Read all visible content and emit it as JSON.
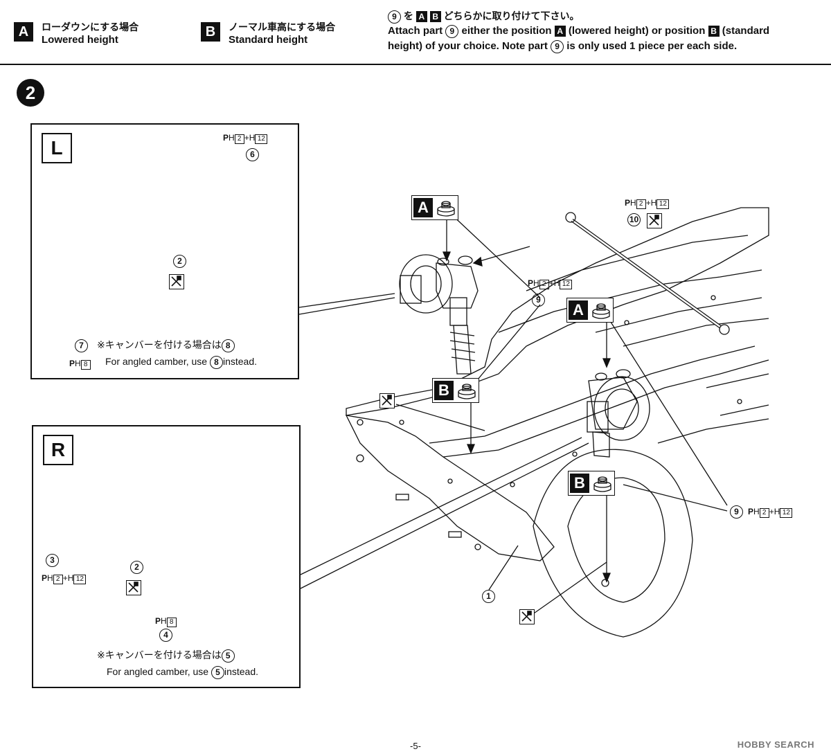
{
  "header": {
    "option_a": {
      "tag": "A",
      "jp": "ローダウンにする場合",
      "en": "Lowered height"
    },
    "option_b": {
      "tag": "B",
      "jp": "ノーマル車高にする場合",
      "en": "Standard height"
    },
    "note": {
      "jp_part": "9",
      "jp_o": "を",
      "jp_tag_a": "A",
      "jp_tag_b": "B",
      "jp_rest": "どちらかに取り付けて下さい。",
      "en_1": "Attach part",
      "en_part1": "9",
      "en_2": "either the position",
      "en_tag_a": "A",
      "en_3": "(lowered height) or position",
      "en_tag_b": "B",
      "en_4": "(standard",
      "en_5": "height) of your choice. Note part",
      "en_part2": "9",
      "en_6": "is only used 1 piece per each side."
    }
  },
  "step": {
    "number": "2"
  },
  "left_box": {
    "tag": "L",
    "parts": {
      "p6": "6",
      "p2": "2",
      "p7": "7",
      "p6_paint": {
        "p": "P",
        "h": "H",
        "n1": "2",
        "plus": "+",
        "h2": "H",
        "n2": "12"
      },
      "p7_paint": {
        "p": "P",
        "h": "H",
        "n1": "8"
      }
    },
    "caption_jp": "※キャンバーを付ける場合は",
    "caption_jp_part": "8",
    "caption_en_1": "For angled camber, use",
    "caption_en_part": "8",
    "caption_en_2": "instead."
  },
  "right_box": {
    "tag": "R",
    "parts": {
      "p3": "3",
      "p2": "2",
      "p4": "4",
      "p3_paint": {
        "p": "P",
        "h": "H",
        "n1": "2",
        "plus": "+",
        "h2": "H",
        "n2": "12"
      },
      "p4_paint": {
        "p": "P",
        "h": "H",
        "n1": "8"
      }
    },
    "caption_jp": "※キャンバーを付ける場合は",
    "caption_jp_part": "5",
    "caption_en_1": "For angled camber, use",
    "caption_en_part": "5",
    "caption_en_2": "instead."
  },
  "main": {
    "badges": {
      "a1": "A",
      "a2": "A",
      "b1": "B",
      "b2": "B"
    },
    "parts": {
      "p9a": "9",
      "p9b": "9",
      "p10": "10",
      "p1": "1"
    },
    "paint_9a": {
      "p": "P",
      "h": "H",
      "n1": "2",
      "plus": "+",
      "h2": "H",
      "n2": "12"
    },
    "paint_10": {
      "p": "P",
      "h": "H",
      "n1": "2",
      "plus": "+",
      "h2": "H",
      "n2": "12"
    },
    "paint_9b": {
      "p": "P",
      "h": "H",
      "n1": "2",
      "plus": "+",
      "h2": "H",
      "n2": "12"
    }
  },
  "footer": {
    "page": "-5-",
    "watermark": "HOBBY SEARCH"
  }
}
